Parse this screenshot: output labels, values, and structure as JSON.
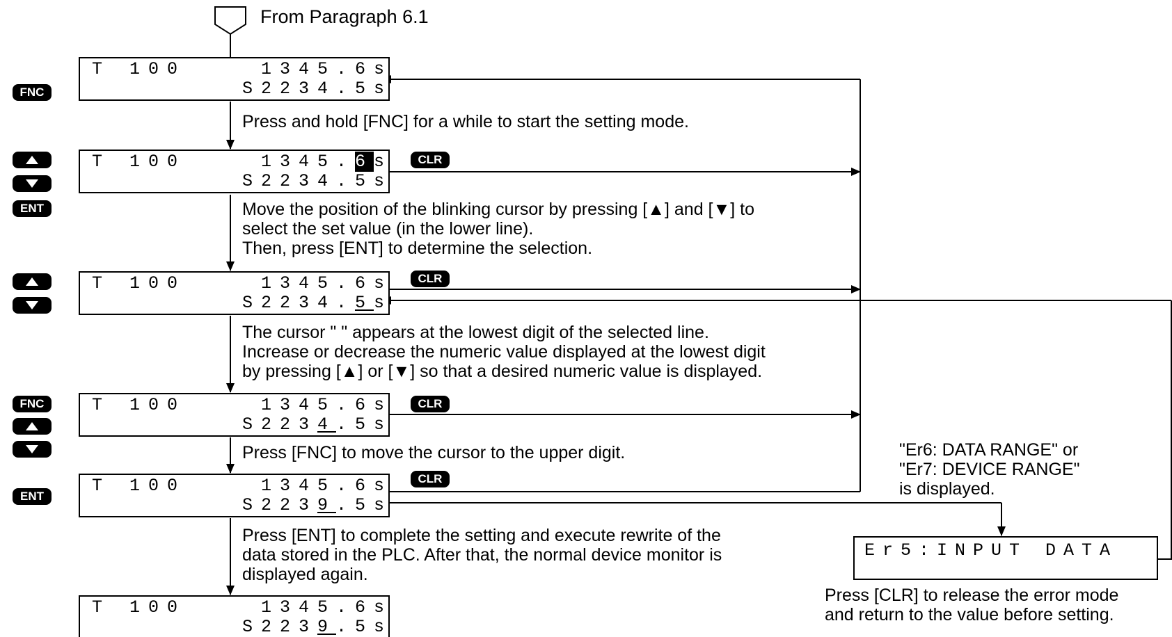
{
  "start_label": "From Paragraph 6.1",
  "displays": [
    {
      "upper_tag": "T 100",
      "upper_value": "1345.6s",
      "lower_value": "S2234.5s",
      "cursor": "none"
    },
    {
      "upper_tag": "T 100",
      "upper_value_pre": "1345.",
      "upper_value_cursor": "6",
      "upper_value_post": "s",
      "lower_value": "S2234.5s",
      "cursor": "blink-upper"
    },
    {
      "upper_tag": "T 100",
      "upper_value": "1345.6s",
      "lower_pre": "S2234.",
      "lower_cursor": "5",
      "lower_post": "s",
      "cursor": "underline-lower"
    },
    {
      "upper_tag": "T 100",
      "upper_value": "1345.6s",
      "lower_pre": "S223",
      "lower_cursor": "4",
      "lower_post": ".5s",
      "cursor": "underline-lower"
    },
    {
      "upper_tag": "T 100",
      "upper_value": "1345.6s",
      "lower_pre": "S223",
      "lower_cursor": "9",
      "lower_post": ".5s",
      "cursor": "underline-lower"
    },
    {
      "upper_tag": "T 100",
      "upper_value": "1345.6s",
      "lower_pre": "S223",
      "lower_cursor": "9",
      "lower_post": ".5s",
      "cursor": "underline-lower"
    }
  ],
  "steps": [
    [
      "Press and hold [FNC] for a while to start the setting mode."
    ],
    [
      "Move the position of the blinking cursor by pressing [▲] and [▼] to",
      "select the set value (in the lower line).",
      "Then, press [ENT] to determine the selection."
    ],
    [
      "The cursor \" \" appears at the lowest digit of the selected line.",
      "Increase or decrease the numeric value displayed at the lowest digit",
      "by pressing [▲] or [▼] so that a desired numeric value is displayed."
    ],
    [
      "Press [FNC] to move the cursor to the upper digit."
    ],
    [
      "Press [ENT] to complete the setting and execute rewrite of the",
      "data stored in the PLC. After that, the normal device monitor is",
      "displayed again."
    ]
  ],
  "keys": {
    "fnc": "FNC",
    "ent": "ENT",
    "clr": "CLR"
  },
  "error_display": "Er5:INPUT DATA",
  "error_note": [
    "\"Er6: DATA RANGE\" or",
    "\"Er7: DEVICE RANGE\"",
    "is displayed."
  ],
  "clr_note": [
    "Press [CLR] to release the error mode",
    "and return to the value before setting."
  ]
}
